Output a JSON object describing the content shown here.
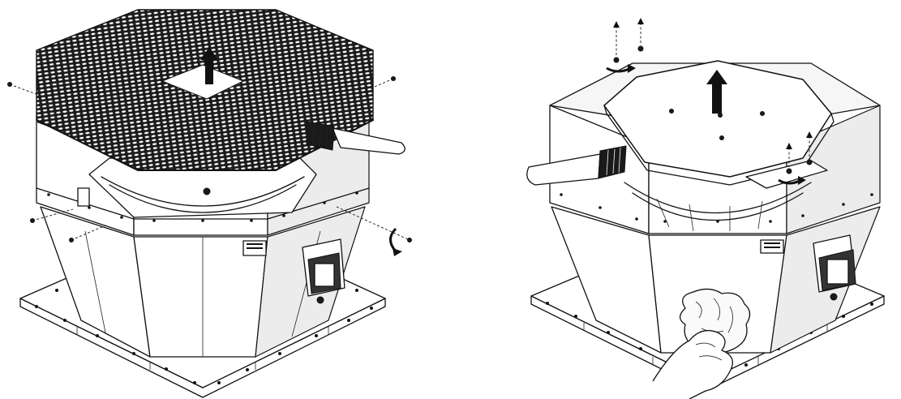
{
  "figure": {
    "panels": [
      {
        "id": "left",
        "subject": "roof-fan-with-mesh-guard"
      },
      {
        "id": "right",
        "subject": "roof-fan-with-plate-cover"
      }
    ],
    "colors": {
      "line": "#111111",
      "background": "#ffffff",
      "mesh": "#1a1a1a",
      "shade": "#ececec"
    },
    "icons": [
      "up-arrow-icon",
      "rotate-arrow-icon",
      "screw-icon",
      "brush-icon",
      "cloth-icon",
      "hand-icon",
      "junction-box-icon",
      "label-plate-icon"
    ]
  }
}
